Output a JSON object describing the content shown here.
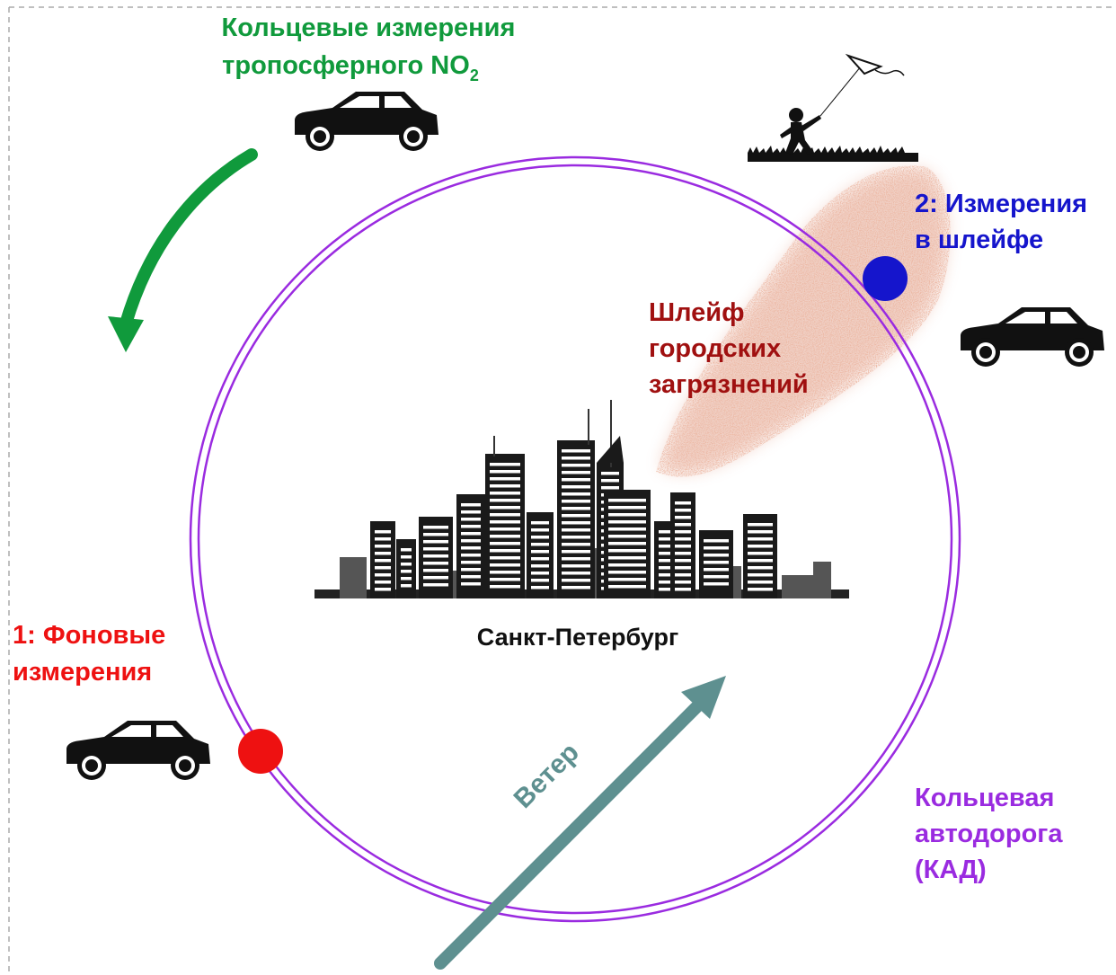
{
  "title": {
    "line1": "Кольцевые измерения",
    "line2_prefix": "тропосферного NO",
    "line2_subscript": "2"
  },
  "measurement_background": {
    "line1": "1: Фоновые",
    "line2": "измерения"
  },
  "measurement_plume": {
    "line1": "2: Измерения",
    "line2": "в шлейфе"
  },
  "plume_label": {
    "line1": "Шлейф",
    "line2": "городских",
    "line3": "загрязнений"
  },
  "city_label": "Санкт-Петербург",
  "wind_label": "Ветер",
  "ring_road": {
    "line1": "Кольцевая",
    "line2": "автодорога",
    "line3": "(КАД)"
  },
  "colors": {
    "green": "#109a3c",
    "red": "#ee1111",
    "blue": "#1515cc",
    "dark_red": "#a01010",
    "purple": "#9a2be0",
    "teal": "#5e9090",
    "plume": "#d77a5c",
    "black": "#111111"
  },
  "icons": [
    "car-icon",
    "car-icon",
    "car-icon",
    "kite-child-icon",
    "city-skyline-icon"
  ]
}
